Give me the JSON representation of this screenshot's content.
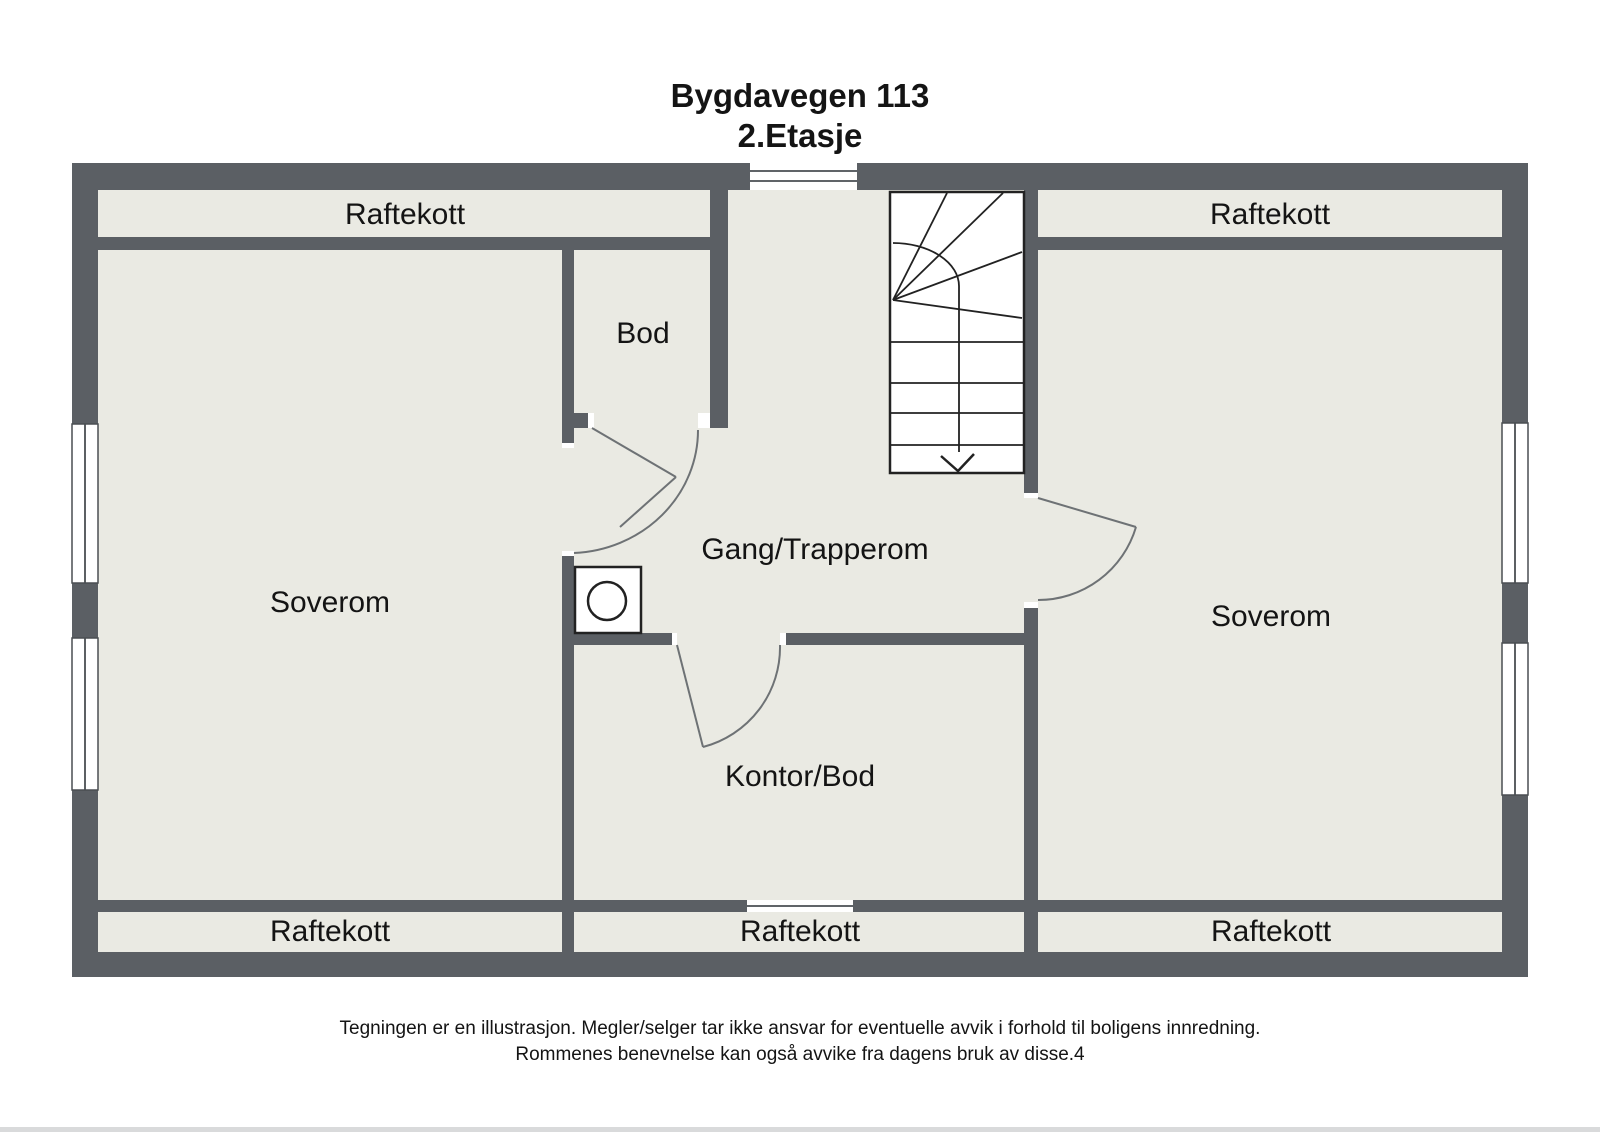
{
  "title": {
    "line1": "Bygdavegen 113",
    "line2": "2.Etasje"
  },
  "floorplan": {
    "rooms": {
      "raftekott_top_left": "Raftekott",
      "raftekott_top_right": "Raftekott",
      "bod": "Bod",
      "soverom_left": "Soverom",
      "gang_trapperom": "Gang/Trapperom",
      "soverom_right": "Soverom",
      "kontor_bod": "Kontor/Bod",
      "raftekott_bottom_left": "Raftekott",
      "raftekott_bottom_middle": "Raftekott",
      "raftekott_bottom_right": "Raftekott"
    },
    "symbols": {
      "stairs": "stairs-down-arrow",
      "chimney": "square-with-circle"
    },
    "colors": {
      "wall": "#5b5f64",
      "room_fill": "#eaeae3",
      "stairs_line": "#222222",
      "door_line": "#6e7275",
      "window_line": "#4a4e52",
      "text": "#141414",
      "background": "#ffffff"
    }
  },
  "disclaimer": {
    "line1": "Tegningen er en illustrasjon. Megler/selger tar ikke ansvar for eventuelle avvik i forhold til boligens innredning.",
    "line2": "Rommenes benevnelse kan også avvike fra dagens bruk av disse.4"
  }
}
